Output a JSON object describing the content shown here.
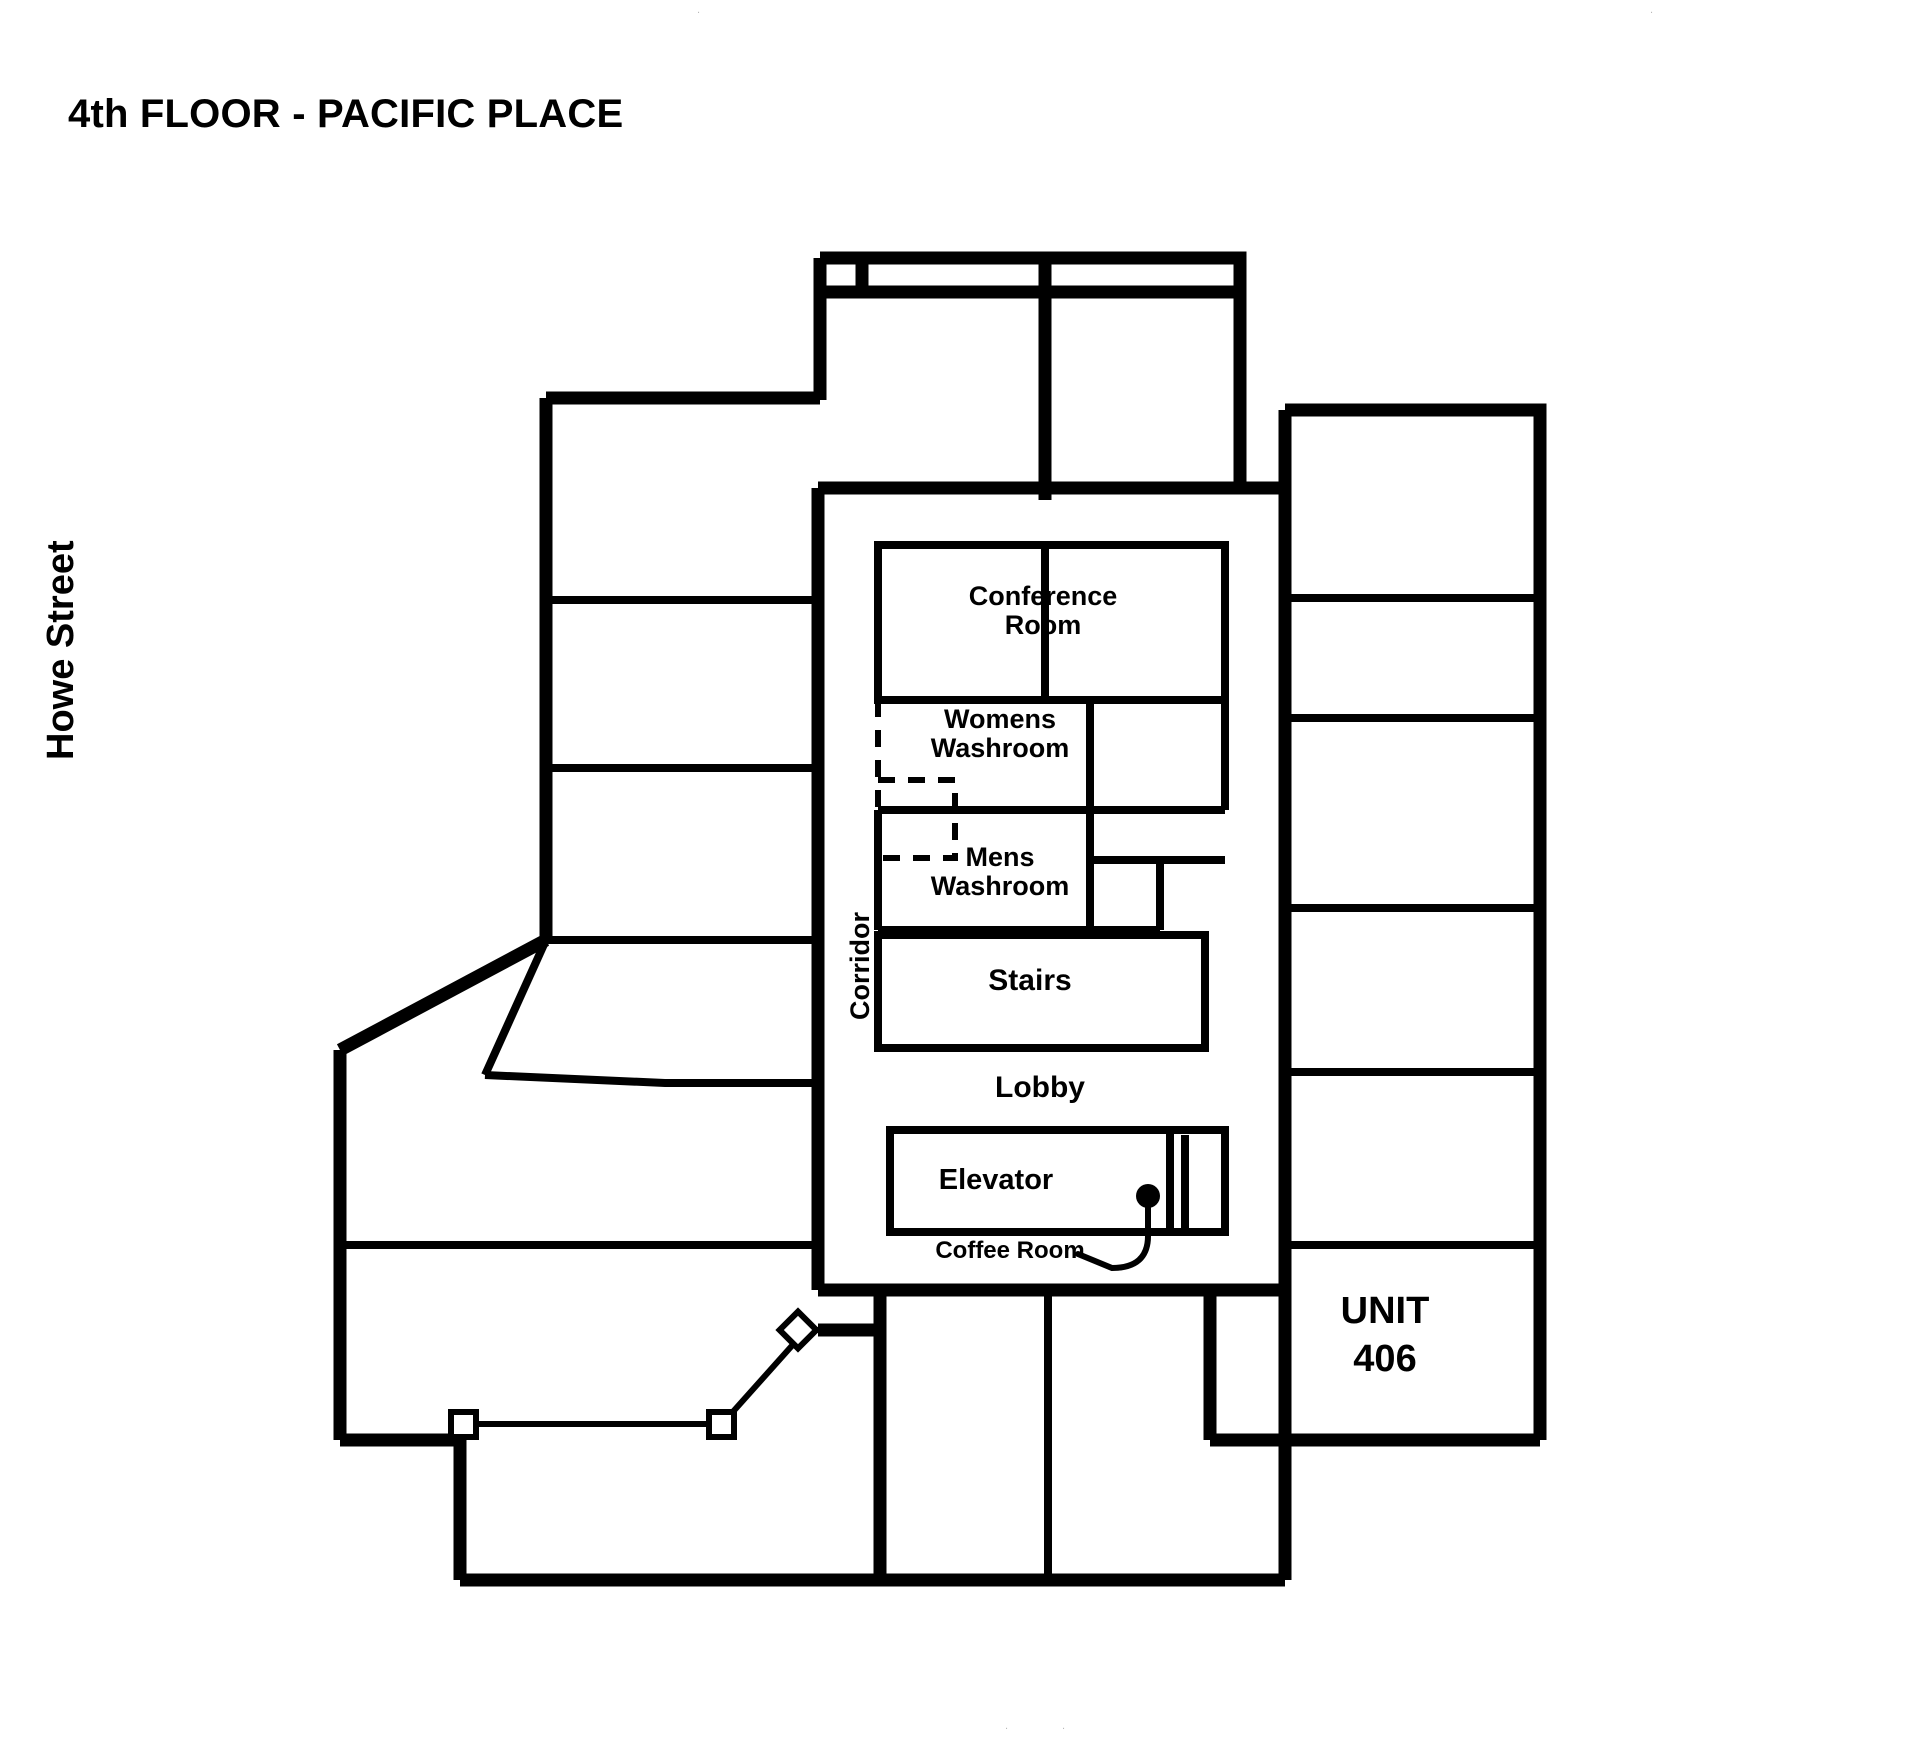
{
  "document": {
    "title": "4th FLOOR - PACIFIC PLACE",
    "street_label": "Howe Street"
  },
  "rooms": {
    "conference": {
      "line1": "Conference",
      "line2": "Room"
    },
    "womens_washroom": {
      "line1": "Womens",
      "line2": "Washroom"
    },
    "mens_washroom": {
      "line1": "Mens",
      "line2": "Washroom"
    },
    "stairs": {
      "label": "Stairs"
    },
    "lobby": {
      "label": "Lobby"
    },
    "elevator": {
      "label": "Elevator"
    },
    "corridor": {
      "label": "Corridor"
    },
    "coffee_room": {
      "label": "Coffee Room"
    }
  },
  "unit": {
    "prefix": "UNIT",
    "number": "406"
  },
  "colors": {
    "wall": "#000000",
    "background": "#ffffff",
    "tick": "#b9b9b9"
  },
  "markers": {
    "page_tick_top_left": ".",
    "page_tick_top_right": ".",
    "page_tick_bottom_left": ".",
    "page_tick_bottom_right": "."
  }
}
